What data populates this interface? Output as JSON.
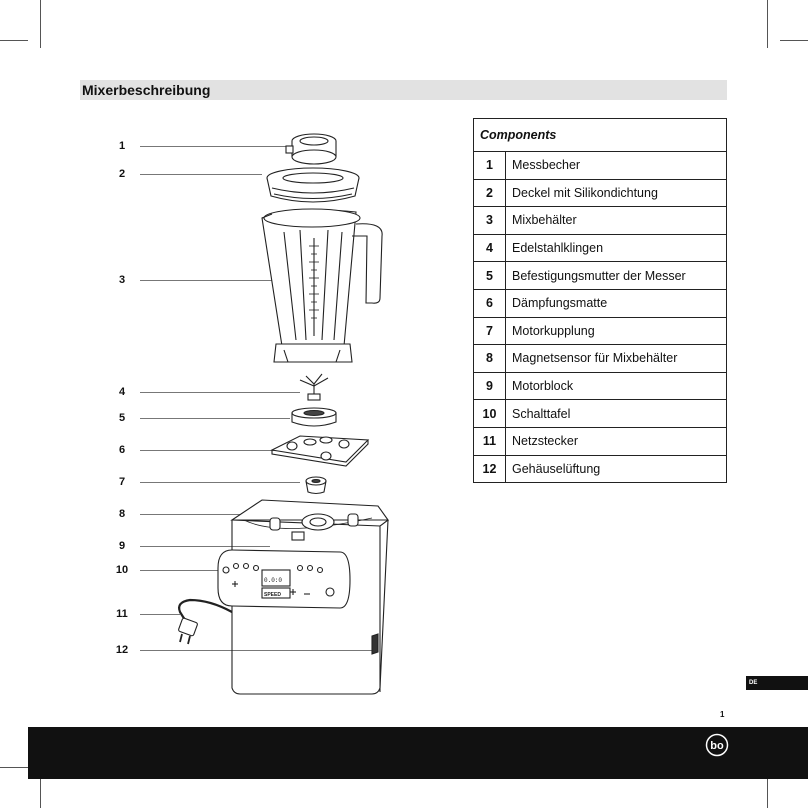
{
  "section": {
    "title": "Mixerbeschreibung"
  },
  "callouts": [
    "1",
    "2",
    "3",
    "4",
    "5",
    "6",
    "7",
    "8",
    "9",
    "10",
    "11",
    "12"
  ],
  "table": {
    "header": "Components",
    "rows": [
      {
        "num": "1",
        "label": "Messbecher"
      },
      {
        "num": "2",
        "label": "Deckel mit Silikondichtung"
      },
      {
        "num": "3",
        "label": "Mixbehälter"
      },
      {
        "num": "4",
        "label": "Edelstahlklingen"
      },
      {
        "num": "5",
        "label": "Befestigungsmutter der Messer"
      },
      {
        "num": "6",
        "label": "Dämpfungsmatte"
      },
      {
        "num": "7",
        "label": "Motorkupplung"
      },
      {
        "num": "8",
        "label": "Magnetsensor für Mixbehälter"
      },
      {
        "num": "9",
        "label": "Motorblock"
      },
      {
        "num": "10",
        "label": "Schalttafel"
      },
      {
        "num": "11",
        "label": "Netzstecker"
      },
      {
        "num": "12",
        "label": "Gehäuselüftung"
      }
    ]
  },
  "panel": {
    "speed_label": "SPEED",
    "display": "0.0:0"
  },
  "language_tab": "DE",
  "page_number": "1",
  "brand_logo": "bo",
  "colors": {
    "footer": "#111111",
    "section_bar": "#e2e2e2"
  }
}
